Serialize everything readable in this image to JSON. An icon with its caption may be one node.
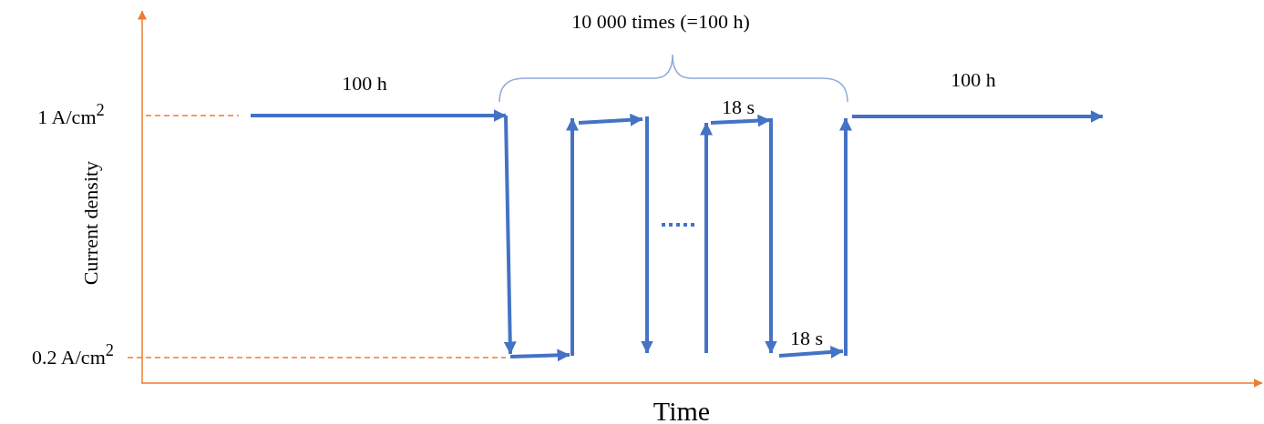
{
  "diagram": {
    "labels": [
      "10 000 times (=100 h)",
      "100 h",
      "18 s",
      "100 h",
      "1 A/cm$^{2}$",
      "Current density",
      "0.2 A/cm$^{2}$",
      "18 s",
      "Time"
    ]
  }
}
